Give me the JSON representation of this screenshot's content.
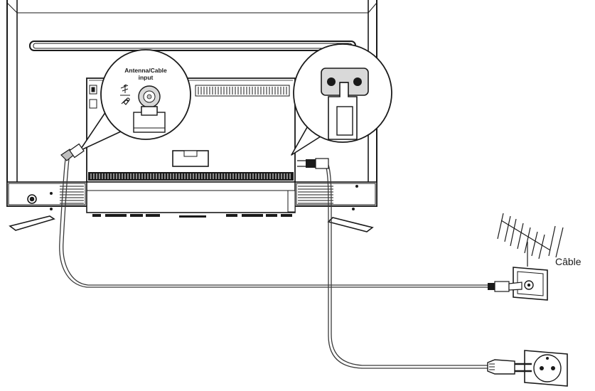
{
  "diagram": {
    "antenna_callout": {
      "line1": "Antenna/Cable",
      "line2": "input"
    },
    "cable_label": "Câble"
  },
  "icons": {
    "antenna_symbol": "antenna-icon",
    "cable_symbol": "cable-plug-icon",
    "power_socket": "ac-power-inlet-icon",
    "wall_outlet": "wall-power-outlet-icon",
    "wall_antenna_outlet": "wall-antenna-outlet-icon"
  },
  "colors": {
    "line": "#1a1a1a",
    "cable": "#3a3a3a",
    "panel_fill": "#ffffff",
    "grey_fill": "#d9d9d9",
    "connector_fill": "#bfbfbf"
  }
}
